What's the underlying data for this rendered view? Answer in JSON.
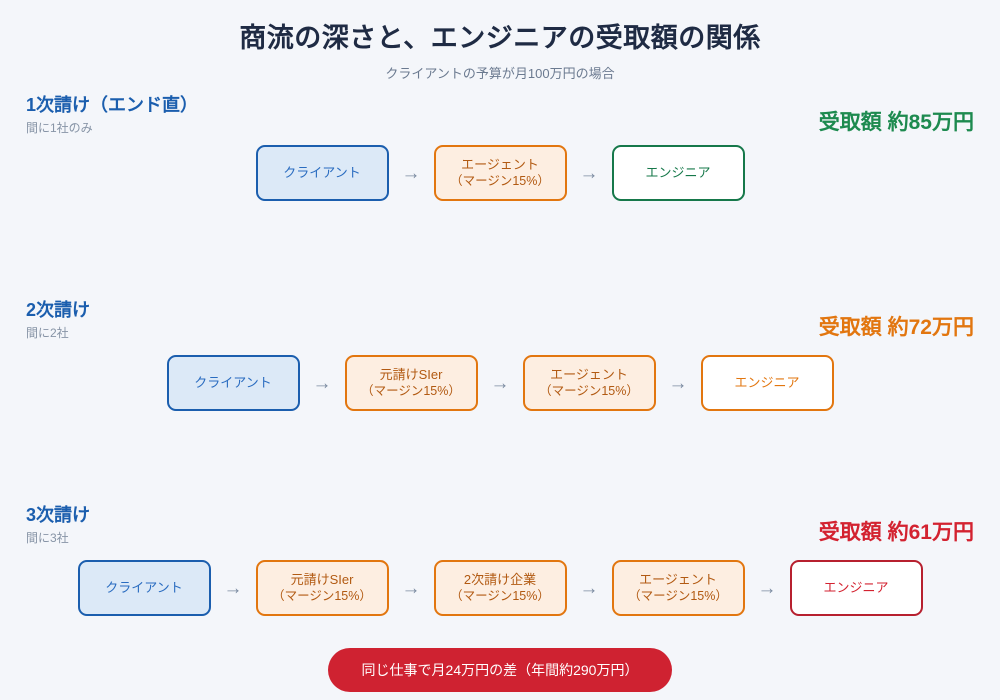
{
  "header": {
    "title": "商流の深さと、エンジニアの受取額の関係",
    "subtitle": "クライアントの予算が月100万円の場合"
  },
  "colors": {
    "background": "#f4f6fa",
    "title": "#1f2b44",
    "tier_label": "#1b5eae",
    "client_border": "#1b5eae",
    "client_fill": "#dce9f7",
    "middle_border": "#e2760f",
    "middle_fill": "#fdeee1",
    "amount_green": "#1d8a4f",
    "amount_orange": "#e2760f",
    "amount_red": "#d32230",
    "engineer_green": "#16784a",
    "engineer_red": "#b7202f",
    "arrow": "#7a8aa0",
    "banner_bg": "#cf2231"
  },
  "arrow_glyph": "→",
  "tiers": [
    {
      "label": "1次請け（エンド直）",
      "sub": "間に1社のみ",
      "amount": "受取額 約85万円",
      "amount_value": 85,
      "amount_unit": "万円",
      "nodes": [
        {
          "type": "client",
          "line1": "クライアント",
          "line2": ""
        },
        {
          "type": "middle",
          "line1": "エージェント",
          "line2": "（マージン15%）"
        },
        {
          "type": "engineer-green",
          "line1": "エンジニア",
          "line2": ""
        }
      ]
    },
    {
      "label": "2次請け",
      "sub": "間に2社",
      "amount": "受取額 約72万円",
      "amount_value": 72,
      "amount_unit": "万円",
      "nodes": [
        {
          "type": "client",
          "line1": "クライアント",
          "line2": ""
        },
        {
          "type": "middle",
          "line1": "元請けSIer",
          "line2": "（マージン15%）"
        },
        {
          "type": "middle",
          "line1": "エージェント",
          "line2": "（マージン15%）"
        },
        {
          "type": "engineer-orange",
          "line1": "エンジニア",
          "line2": ""
        }
      ]
    },
    {
      "label": "3次請け",
      "sub": "間に3社",
      "amount": "受取額 約61万円",
      "amount_value": 61,
      "amount_unit": "万円",
      "nodes": [
        {
          "type": "client",
          "line1": "クライアント",
          "line2": ""
        },
        {
          "type": "middle",
          "line1": "元請けSIer",
          "line2": "（マージン15%）"
        },
        {
          "type": "middle",
          "line1": "2次請け企業",
          "line2": "（マージン15%）"
        },
        {
          "type": "middle",
          "line1": "エージェント",
          "line2": "（マージン15%）"
        },
        {
          "type": "engineer-red",
          "line1": "エンジニア",
          "line2": ""
        }
      ]
    }
  ],
  "banner": {
    "text": "同じ仕事で月24万円の差（年間約290万円）"
  }
}
